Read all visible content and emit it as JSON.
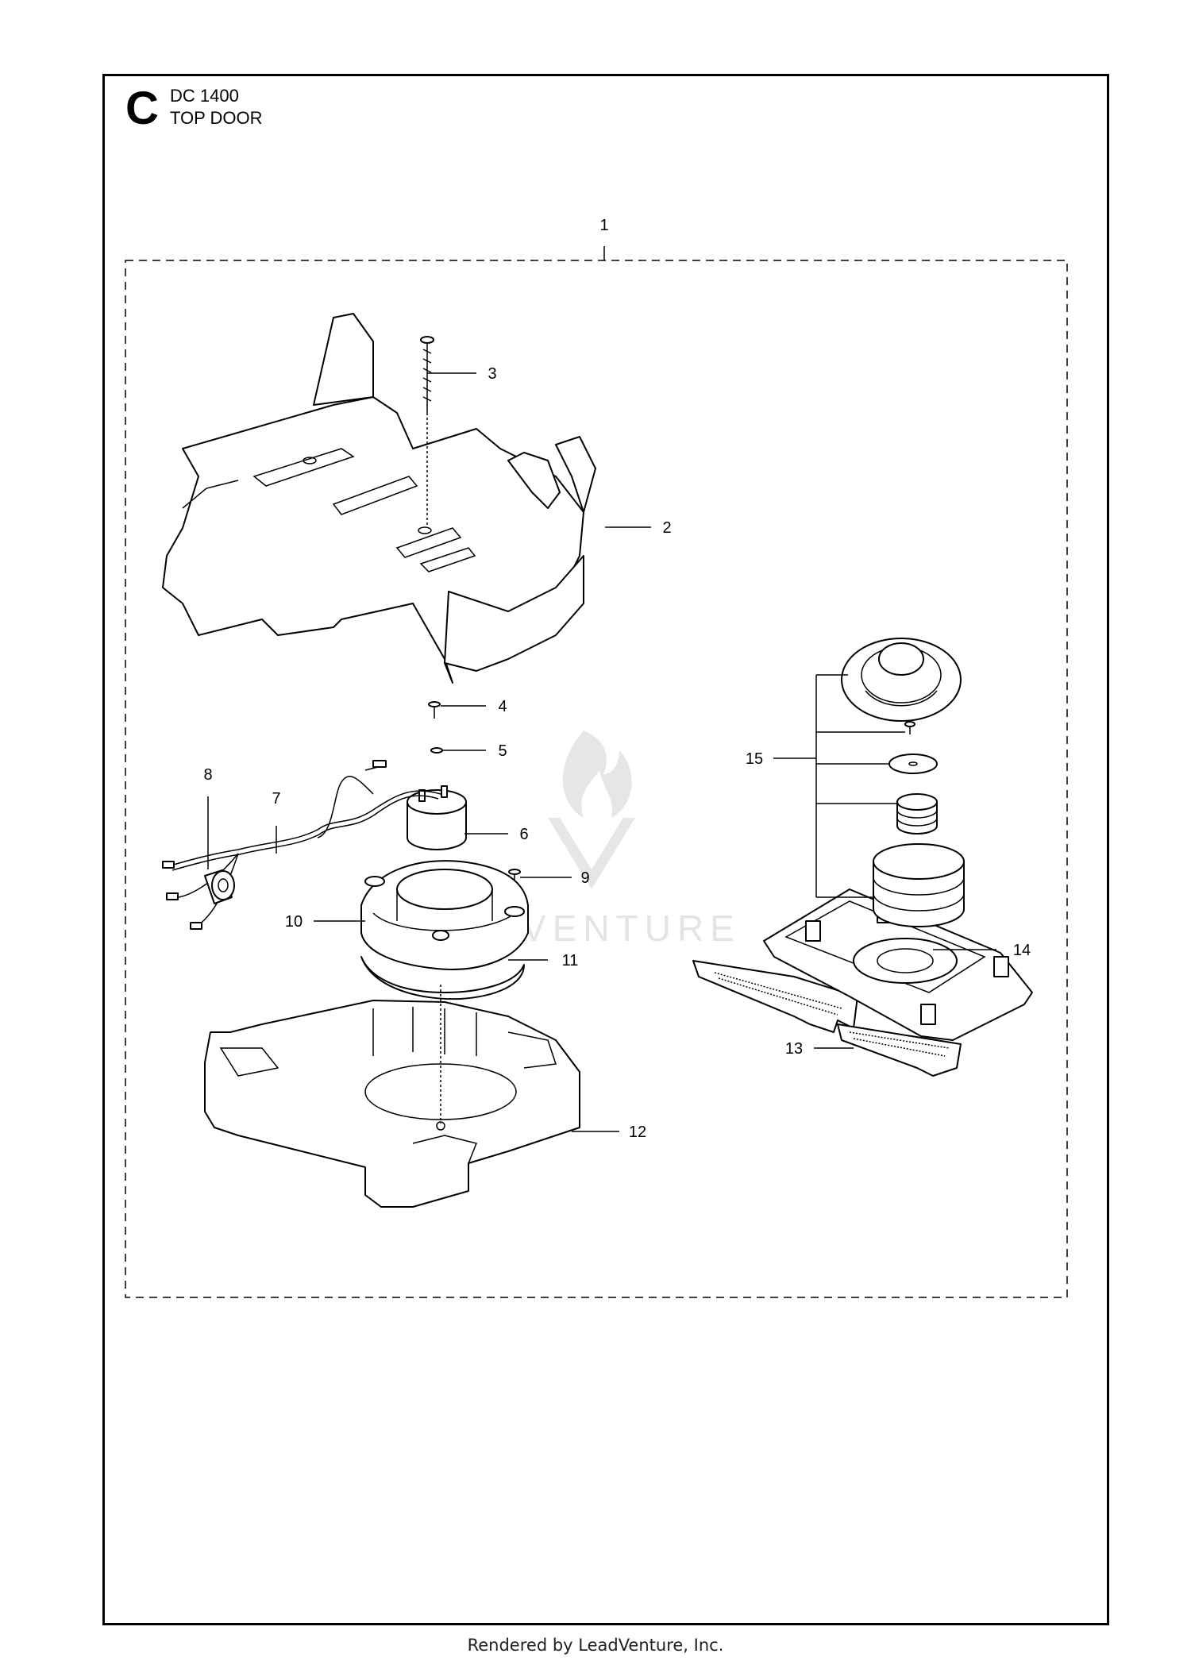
{
  "header": {
    "section_letter": "C",
    "model": "DC 1400",
    "title": "TOP DOOR"
  },
  "watermark": {
    "text": "ADVENTURE"
  },
  "callouts": [
    {
      "id": "1",
      "label": "1"
    },
    {
      "id": "2",
      "label": "2"
    },
    {
      "id": "3",
      "label": "3"
    },
    {
      "id": "4",
      "label": "4"
    },
    {
      "id": "5",
      "label": "5"
    },
    {
      "id": "6",
      "label": "6"
    },
    {
      "id": "7",
      "label": "7"
    },
    {
      "id": "8",
      "label": "8"
    },
    {
      "id": "9",
      "label": "9"
    },
    {
      "id": "10",
      "label": "10"
    },
    {
      "id": "11",
      "label": "11"
    },
    {
      "id": "12",
      "label": "12"
    },
    {
      "id": "13",
      "label": "13"
    },
    {
      "id": "14",
      "label": "14"
    },
    {
      "id": "15",
      "label": "15"
    }
  ],
  "footer": {
    "text": "Rendered by LeadVenture, Inc."
  }
}
